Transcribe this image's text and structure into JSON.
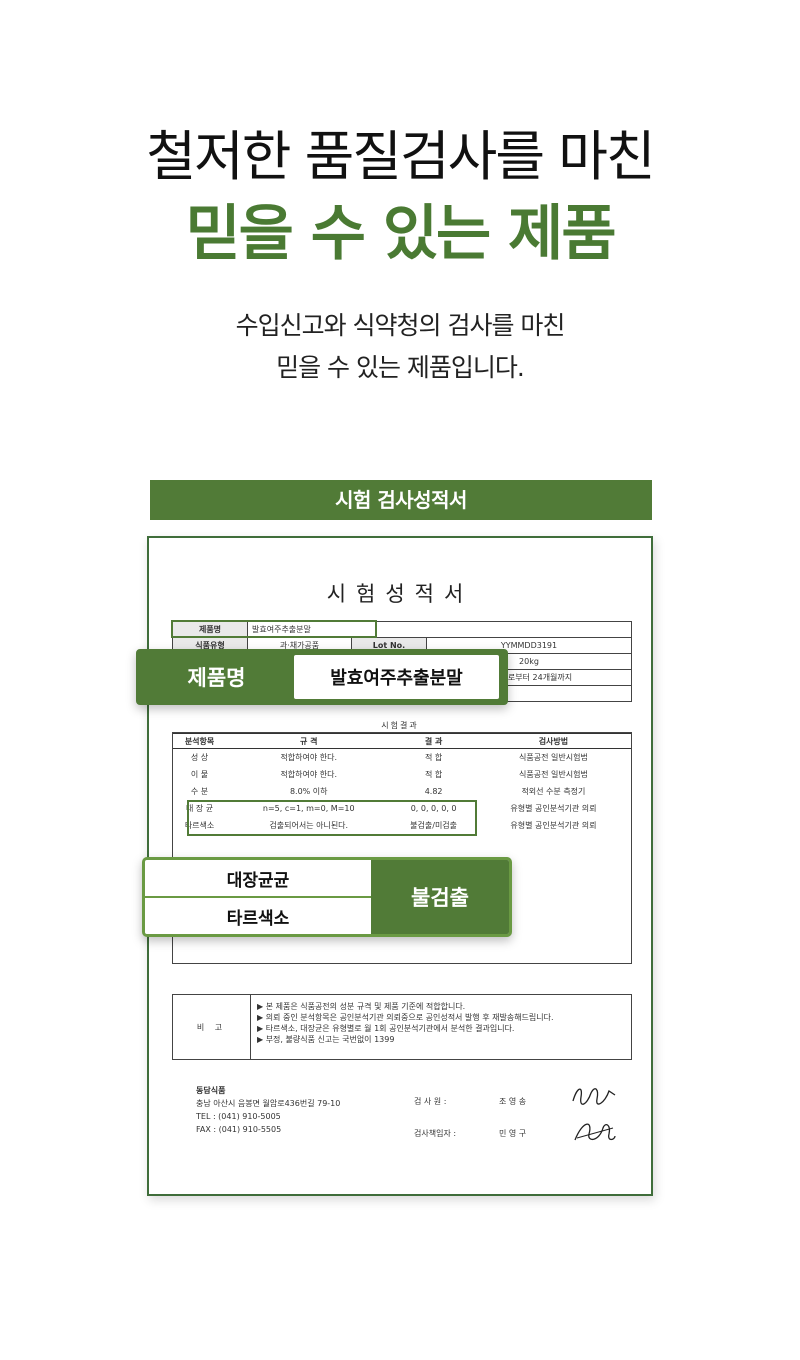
{
  "header": {
    "line1": "철저한 품질검사를 마친",
    "line2": "믿을 수 있는 제품",
    "sub1": "수입신고와 식약청의 검사를 마친",
    "sub2": "믿을 수 있는 제품입니다."
  },
  "banner": "시험 검사성적서",
  "certificate": {
    "title": "시험성적서",
    "info": {
      "product_label": "제품명",
      "product_value": "발효여주추출분말",
      "type_label": "식품유형",
      "type_value": "과·채가공품",
      "lot_label": "Lot No.",
      "lot_value": "YYMMDD3191",
      "weight": "20kg",
      "expiry": "제조일로부터 24개월까지"
    },
    "results_label": "시험결과",
    "results_headers": [
      "분석항목",
      "규 격",
      "결 과",
      "검사방법"
    ],
    "results_rows": [
      [
        "성 상",
        "적합하여야 한다.",
        "적 합",
        "식품공전 일반시험법"
      ],
      [
        "이 물",
        "적합하여야 한다.",
        "적 합",
        "식품공전 일반시험법"
      ],
      [
        "수 분",
        "8.0% 이하",
        "4.82",
        "적외선 수분 측정기"
      ],
      [
        "대 장 균",
        "n=5, c=1, m=0, M=10",
        "0, 0, 0, 0, 0",
        "유형별 공인분석기관 의뢰"
      ],
      [
        "타르색소",
        "검출되어서는 아니된다.",
        "불검출/미검출",
        "유형별 공인분석기관 의뢰"
      ]
    ],
    "remarks_label": "비 고",
    "remarks": [
      "▶ 본 제품은 식품공전의 성분 규격 및 제품 기준에 적합합니다.",
      "▶ 의뢰 중인 분석항목은 공인분석기관 의뢰중으로 공인성적서 발행 후 재발송해드립니다.",
      "▶ 타르색소, 대장균은 유형별로 월 1회 공인분석기관에서 분석한 결과입니다.",
      "▶ 부정, 불량식품 신고는 국번없이 1399"
    ],
    "company": {
      "name": "동담식품",
      "address": "충남 아산시 음봉면 월암로436번길 79-10",
      "tel": "TEL : (041) 910-5005",
      "fax": "FAX : (041) 910-5505"
    },
    "inspector_label": "검 사 원 :",
    "inspector_name": "조 영 송",
    "manager_label": "검사책임자 :",
    "manager_name": "민 영 구"
  },
  "popup_product": {
    "label": "제품명",
    "value": "발효여주추출분말"
  },
  "popup_bacteria": {
    "item1": "대장균균",
    "item2": "타르색소",
    "result": "불검출"
  },
  "colors": {
    "brand_green": "#517b37",
    "headline_green": "#4a7a33"
  }
}
